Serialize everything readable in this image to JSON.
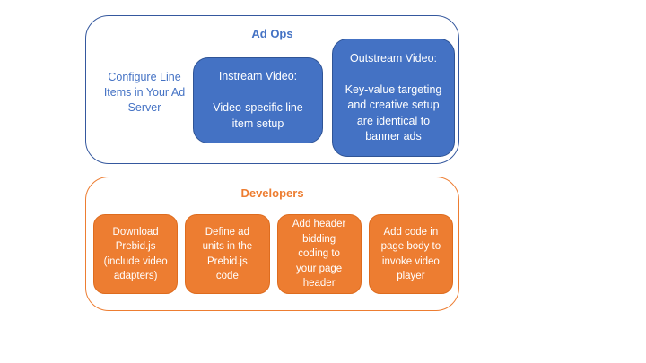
{
  "colors": {
    "blue_fill": "#4472C4",
    "blue_border": "#2F5496",
    "blue_outline": "#35589E",
    "blue_text": "#4472C4",
    "orange_fill": "#ED7D31",
    "orange_border": "#DE6C1E",
    "orange_text": "#ED7D31",
    "box_text": "#FFFFFF",
    "background": "#FFFFFF"
  },
  "ad_ops": {
    "title": "Ad Ops",
    "side_label": "Configure Line\nItems in Your Ad\nServer",
    "boxes": [
      {
        "name": "instream",
        "text": "Instream Video:\n\nVideo-specific line\nitem setup"
      },
      {
        "name": "outstream",
        "text": "Outstream Video:\n\nKey-value targeting\nand creative setup\nare identical to\nbanner ads"
      }
    ]
  },
  "developers": {
    "title": "Developers",
    "boxes": [
      {
        "text": "Download\nPrebid.js\n(include video\nadapters)"
      },
      {
        "text": "Define ad\nunits in the\nPrebid.js\ncode"
      },
      {
        "text": "Add header\nbidding\ncoding to\nyour page\nheader"
      },
      {
        "text": "Add code in\npage body to\ninvoke video\nplayer"
      }
    ]
  }
}
